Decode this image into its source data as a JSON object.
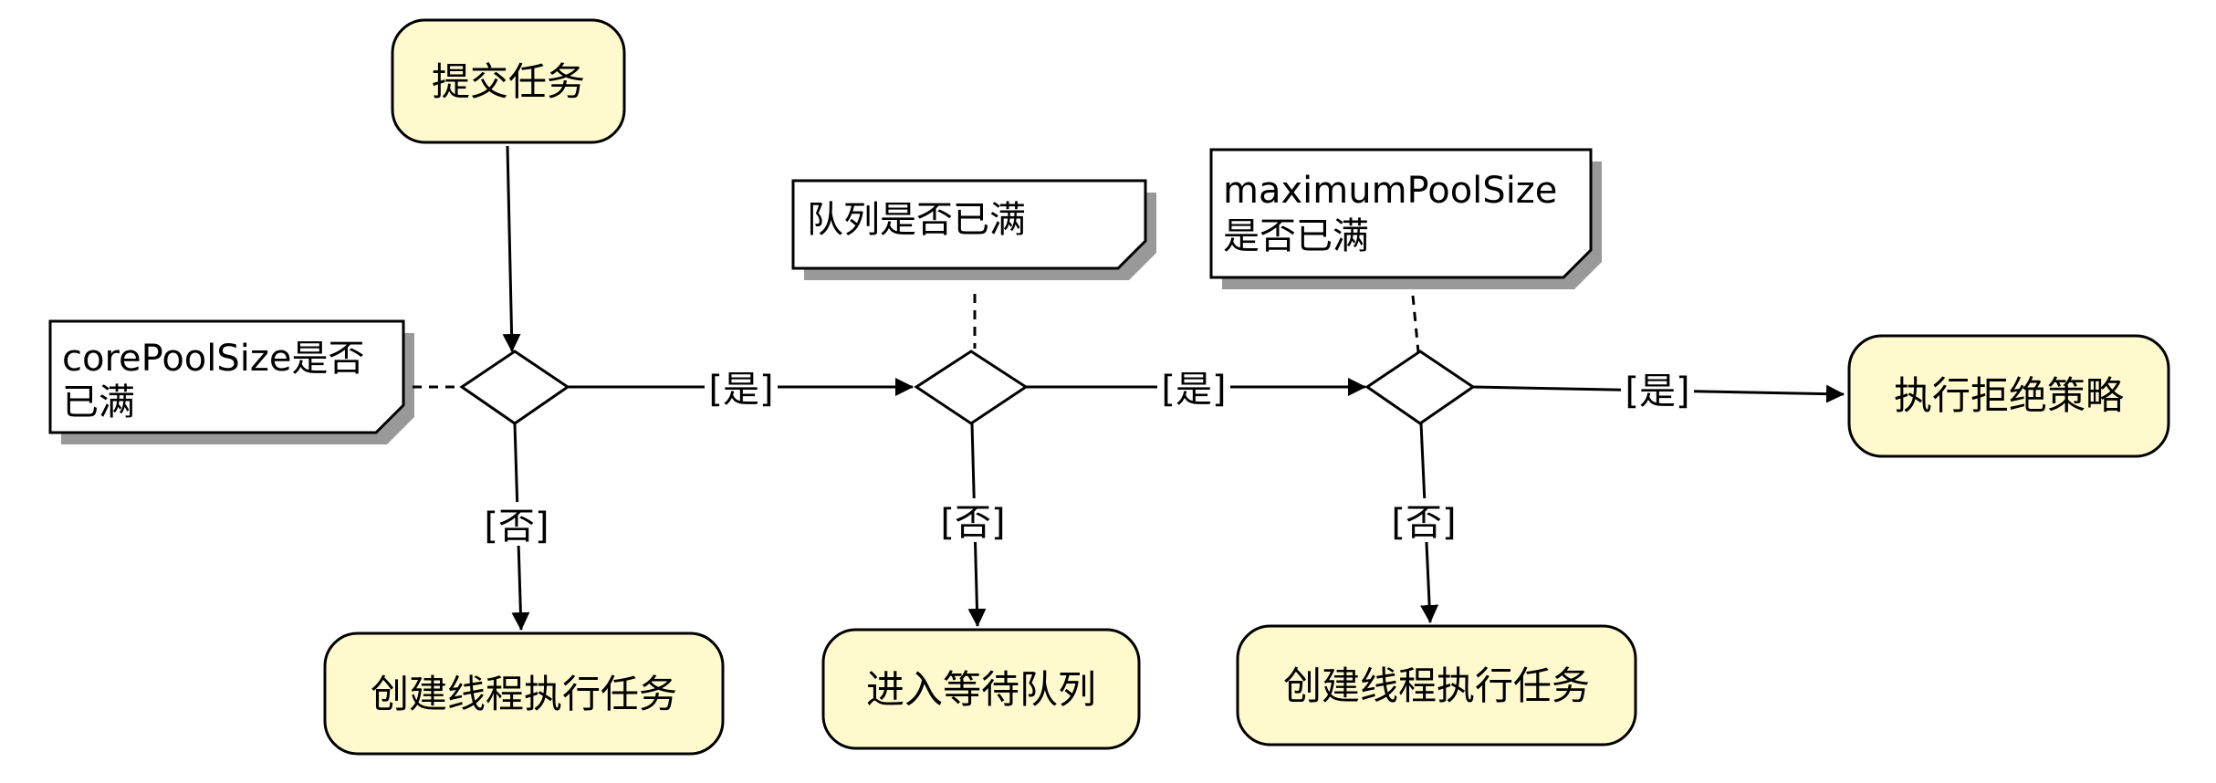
{
  "nodes": {
    "submit": "提交任务",
    "create_thread_1": "创建线程执行任务",
    "enter_queue": "进入等待队列",
    "create_thread_2": "创建线程执行任务",
    "reject": "执行拒绝策略"
  },
  "notes": {
    "core_full": [
      "corePoolSize是否",
      "已满"
    ],
    "queue_full": [
      "队列是否已满"
    ],
    "max_full": [
      "maximumPoolSize",
      "是否已满"
    ]
  },
  "edges": {
    "yes": "[是]",
    "no": "[否]"
  },
  "colors": {
    "node_fill": "#FFFACD",
    "note_fill": "#FFFFFF",
    "stroke": "#000000",
    "shadow": "#999999"
  }
}
